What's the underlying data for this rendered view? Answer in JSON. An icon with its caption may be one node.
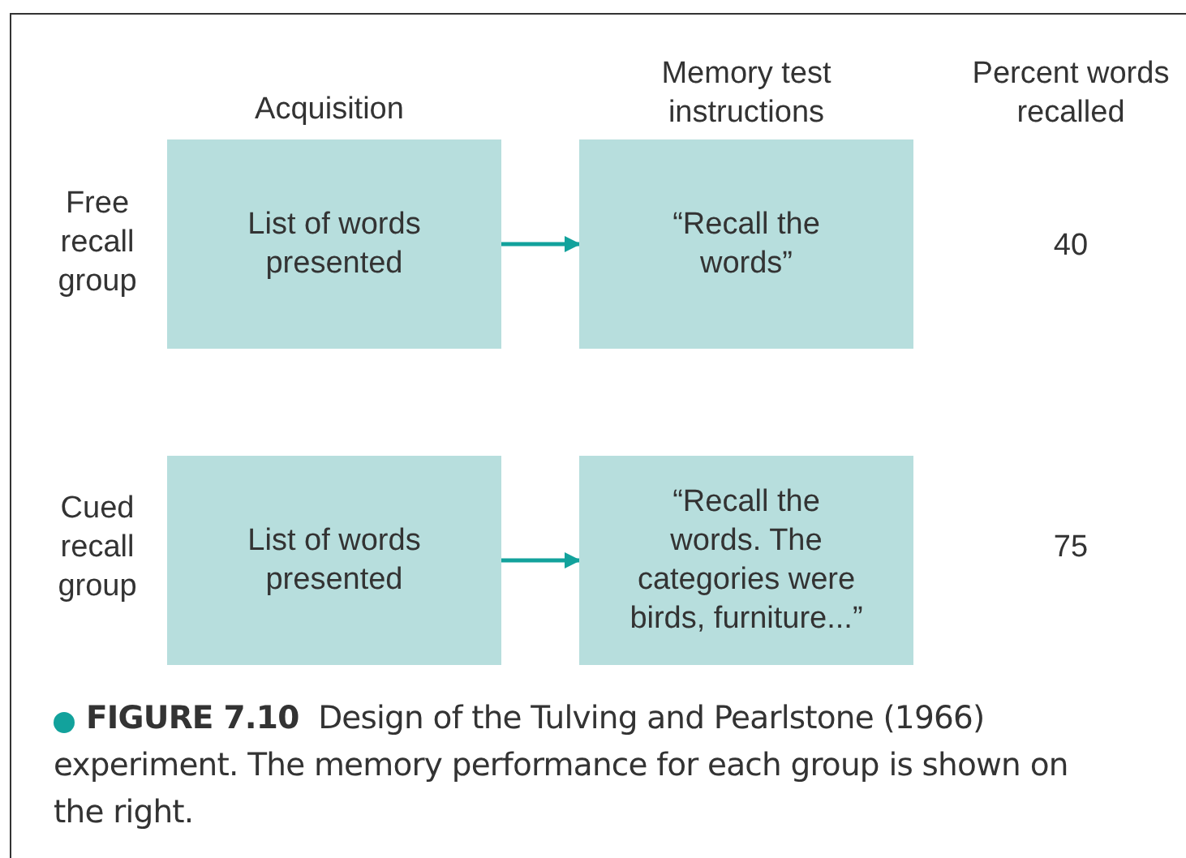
{
  "diagram": {
    "caption": "**FIGURE 7.10** Design of the Tulving and Pearlstone (1966) experiment. The memory performance for each group is shown on the right.",
    "nodes": [
      {
        "text": [
          "List of words presented"
        ]
      },
      {
        "text": [
          "“Recall the words”"
        ]
      },
      {
        "text": [
          "List of words presented"
        ]
      },
      {
        "text": [
          "“Recall the words. The categories were birds, furniture...”"
        ]
      }
    ],
    "edges": [
      {
        "from": 0,
        "to": 1,
        "arrow": "to"
      },
      {
        "from": 2,
        "to": 3,
        "arrow": "to"
      }
    ],
    "labels": [
      "Acquisition",
      "Memory test instructions",
      "Percent words recalled",
      "Free recall group",
      "40",
      "Cued recall group",
      "75"
    ]
  }
}
